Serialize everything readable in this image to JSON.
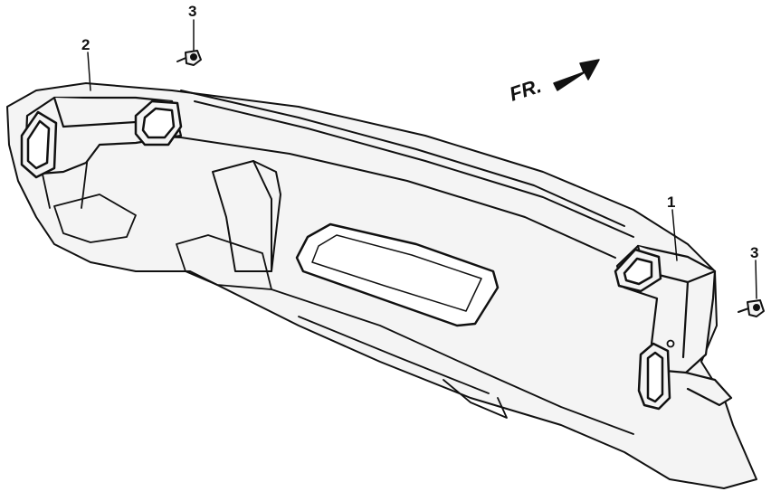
{
  "diagram": {
    "direction_label": "FR.",
    "callouts": [
      {
        "id": "1",
        "text": "1"
      },
      {
        "id": "2",
        "text": "2"
      },
      {
        "id": "3a",
        "text": "3"
      },
      {
        "id": "3b",
        "text": "3"
      }
    ],
    "colors": {
      "line": "#111111",
      "fill": "#f4f4f4",
      "background": "#ffffff"
    }
  }
}
